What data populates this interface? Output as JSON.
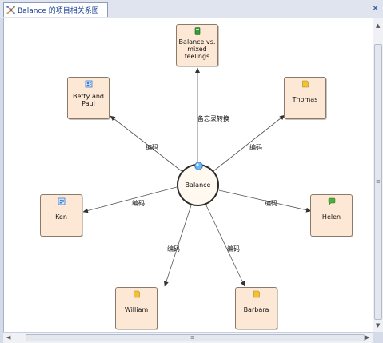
{
  "window": {
    "tab_title": "Balance 的项目相关系图",
    "tab_icon": "relationship-diagram-icon",
    "close_icon": "close-icon"
  },
  "diagram": {
    "hub": {
      "label": "Balance",
      "icon": "globe-icon"
    },
    "nodes": [
      {
        "id": "balance-vs",
        "label": "Balance vs. mixed feelings",
        "icon": "green-book-icon",
        "icon_color": "#3a9a3a"
      },
      {
        "id": "betty-paul",
        "label": "Betty and Paul",
        "icon": "contact-card-icon",
        "icon_color": "#3b7bd4"
      },
      {
        "id": "thomas",
        "label": "Thomas",
        "icon": "note-icon",
        "icon_color": "#f2c234"
      },
      {
        "id": "ken",
        "label": "Ken",
        "icon": "contact-card-icon",
        "icon_color": "#3b7bd4"
      },
      {
        "id": "helen",
        "label": "Helen",
        "icon": "green-chat-icon",
        "icon_color": "#4caf3a"
      },
      {
        "id": "william",
        "label": "William",
        "icon": "note-icon",
        "icon_color": "#f2c234"
      },
      {
        "id": "barbara",
        "label": "Barbara",
        "icon": "note-icon",
        "icon_color": "#f2c234"
      }
    ],
    "edge_labels": {
      "balance_vs": "备忘录转换",
      "betty": "编码",
      "thomas": "编码",
      "ken": "编码",
      "helen": "编码",
      "william": "编码",
      "barbara": "编码"
    }
  },
  "scrollbars": {
    "up_arrow": "▲",
    "down_arrow": "▼",
    "left_arrow": "◀",
    "right_arrow": "▶",
    "grip": "≡"
  }
}
